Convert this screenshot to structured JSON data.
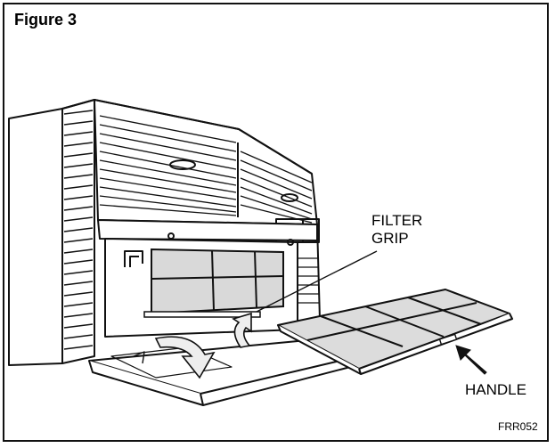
{
  "figure": {
    "title": "Figure 3",
    "code": "FRR052"
  },
  "callouts": {
    "filter_grip_line1": "FILTER",
    "filter_grip_line2": "GRIP",
    "handle": "HANDLE"
  }
}
